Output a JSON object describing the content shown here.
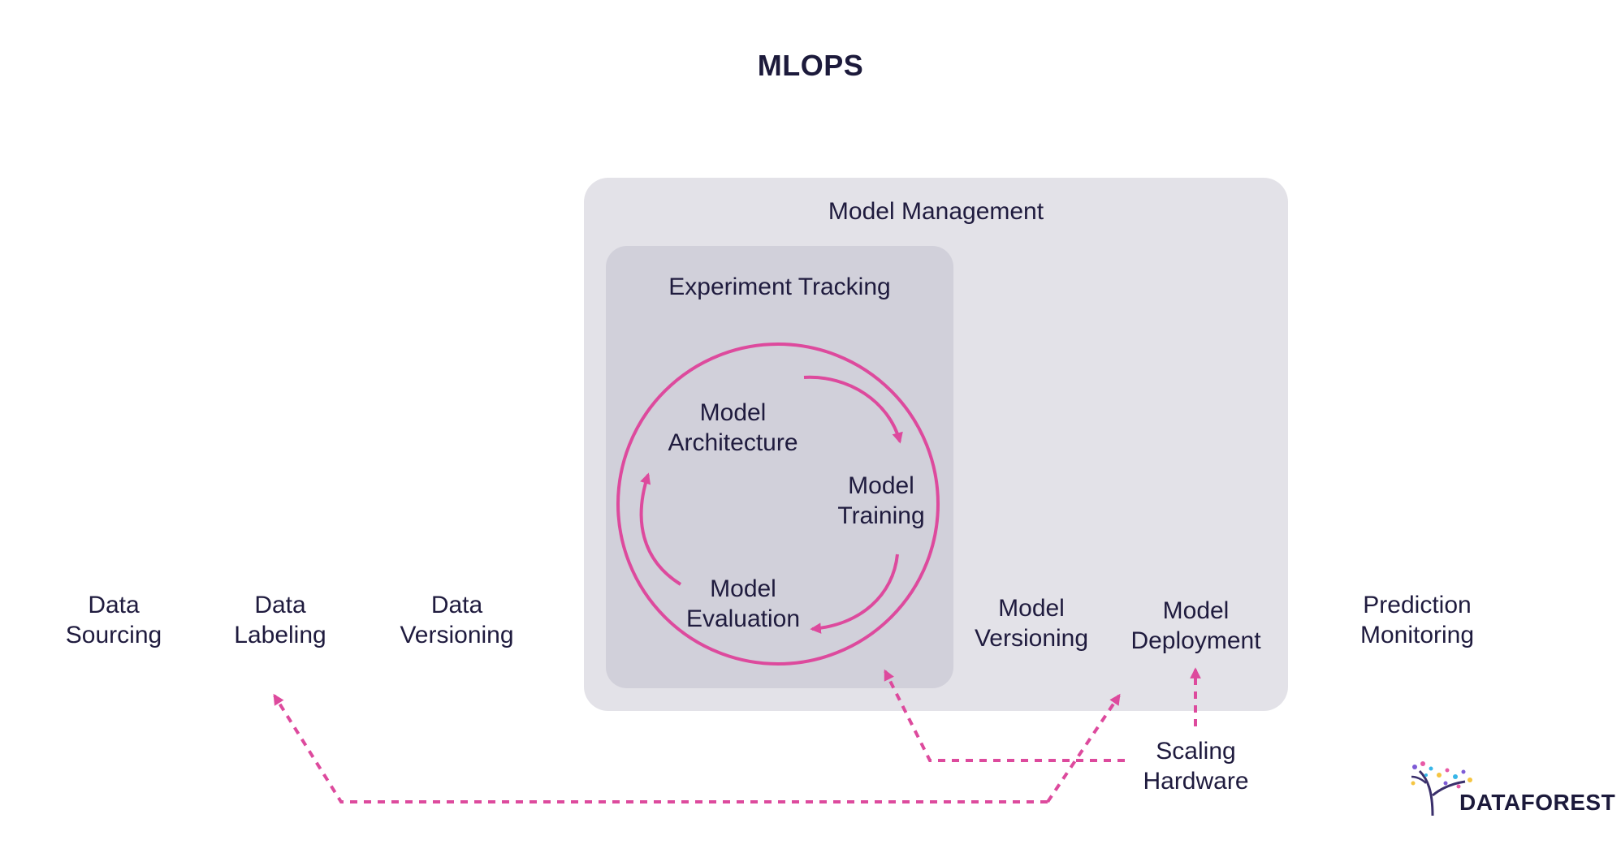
{
  "title": "MLOPS",
  "containers": {
    "model_management": "Model Management",
    "experiment_tracking": "Experiment Tracking"
  },
  "cycle": {
    "architecture": [
      "Model",
      "Architecture"
    ],
    "training": [
      "Model",
      "Training"
    ],
    "evaluation": [
      "Model",
      "Evaluation"
    ]
  },
  "stages": {
    "data_sourcing": [
      "Data",
      "Sourcing"
    ],
    "data_labeling": [
      "Data",
      "Labeling"
    ],
    "data_versioning": [
      "Data",
      "Versioning"
    ],
    "model_versioning": [
      "Model",
      "Versioning"
    ],
    "model_deployment": [
      "Model",
      "Deployment"
    ],
    "prediction_monitoring": [
      "Prediction",
      "Monitoring"
    ],
    "scaling_hardware": [
      "Scaling",
      "Hardware"
    ]
  },
  "logo": {
    "text": "DATAFOREST"
  },
  "colors": {
    "accent": "#dd4a9d",
    "text": "#1f1b3e",
    "outer_box": "#e3e2e8",
    "inner_box": "#d1d0da"
  }
}
